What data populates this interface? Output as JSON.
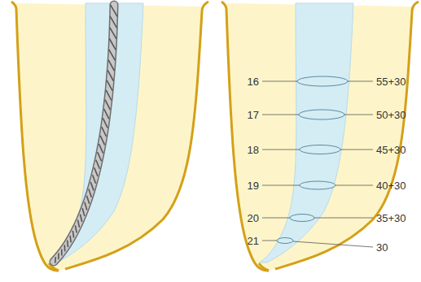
{
  "diagram": {
    "labels": [
      "16",
      "55+30",
      "17",
      "50+30",
      "18",
      "45+30",
      "19",
      "40+30",
      "20",
      "35+30",
      "21",
      "30"
    ]
  }
}
